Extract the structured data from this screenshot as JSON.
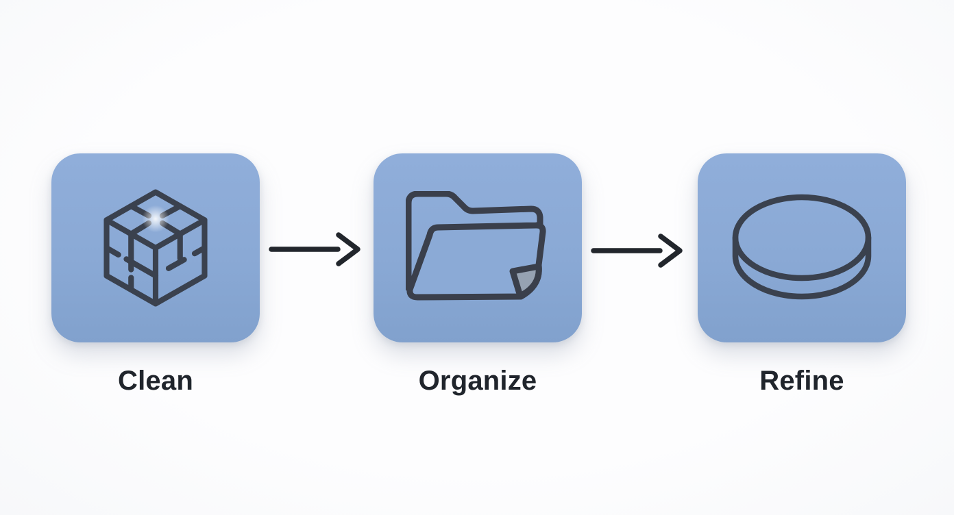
{
  "diagram": {
    "title": "",
    "steps": [
      {
        "label": "Clean",
        "icon": "cube-wireframe-icon"
      },
      {
        "label": "Organize",
        "icon": "open-folder-icon"
      },
      {
        "label": "Refine",
        "icon": "disc-icon"
      }
    ],
    "connectors": [
      {
        "type": "arrow-right"
      },
      {
        "type": "arrow-right"
      }
    ],
    "colors": {
      "card_fill": "#8BAAD6",
      "icon_stroke": "#3A414E",
      "folder_fold_fill": "#96A2B2",
      "arrow": "#22262C",
      "label_text": "#20252C",
      "background": "#FBFBFC"
    }
  }
}
